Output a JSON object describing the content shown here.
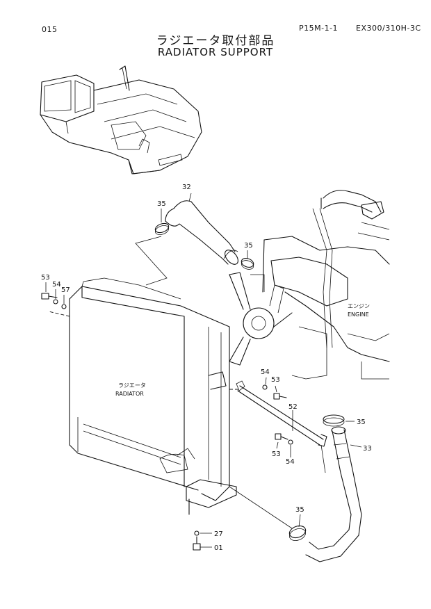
{
  "header": {
    "page_no": "015",
    "ref_code": "P15M-1-1",
    "model": "EX300/310H-3C"
  },
  "title": {
    "japanese": "ラジエータ取付部品",
    "english": "RADIATOR SUPPORT"
  },
  "captions": {
    "engine_jp": "エンジン",
    "engine_en": "ENGINE",
    "radiator_jp": "ラジエータ",
    "radiator_en": "RADIATOR"
  },
  "callouts": {
    "c32": "32",
    "c35_upper_left": "35",
    "c35_upper_right": "35",
    "c53_left": "53",
    "c54_left": "54",
    "c57": "57",
    "c54_mid": "54",
    "c53_mid": "53",
    "c52": "52",
    "c35_right": "35",
    "c33": "33",
    "c53_lower": "53",
    "c54_lower": "54",
    "c35_lower": "35",
    "c27": "27",
    "c01": "01"
  }
}
